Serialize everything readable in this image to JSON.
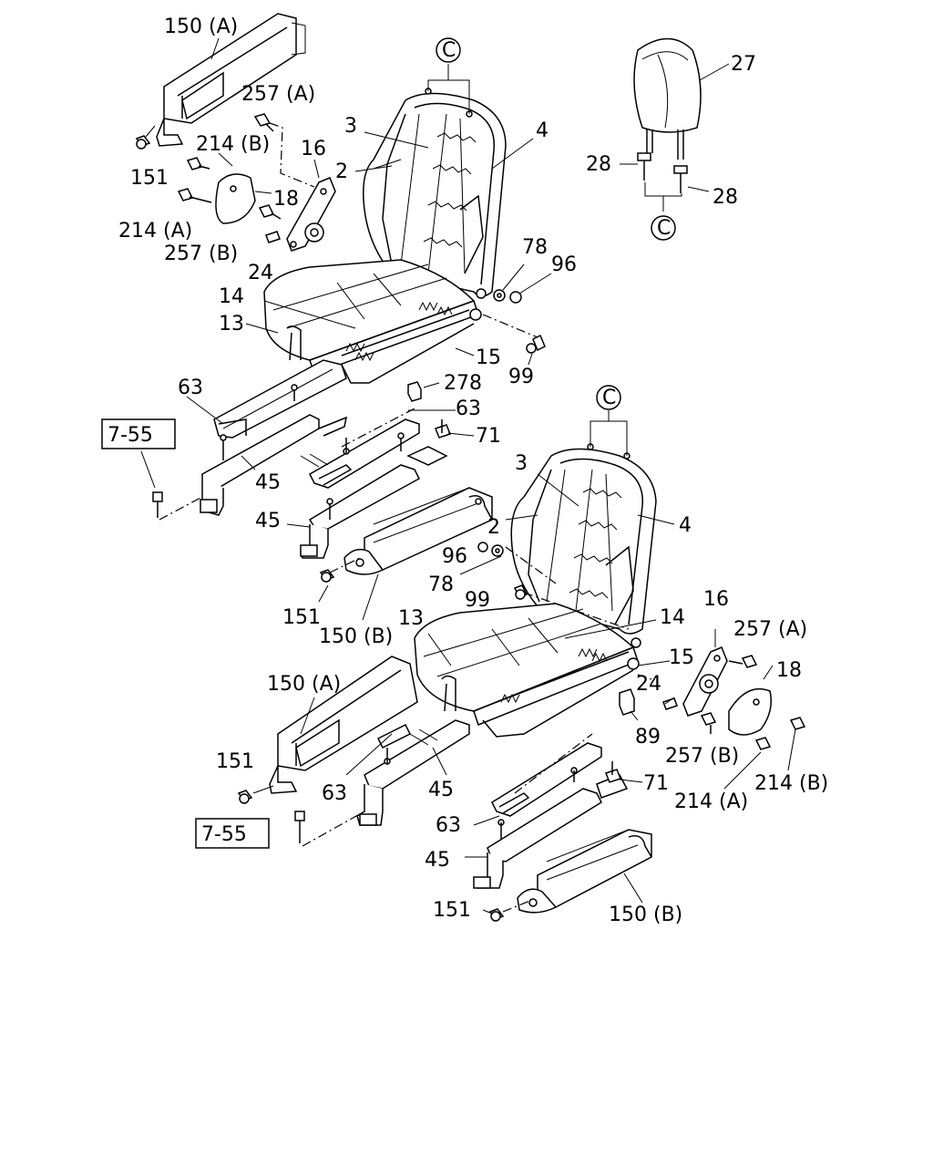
{
  "diagram": {
    "labels": {
      "p150A_1": "150 (A)",
      "p257A_1": "257 (A)",
      "p214B_1": "214 (B)",
      "p16_1": "16",
      "p151_1": "151",
      "p18_1": "18",
      "p214A_1": "214 (A)",
      "p257B_1": "257 (B)",
      "p24_1": "24",
      "p3_1": "3",
      "p4_1": "4",
      "p2_1": "2",
      "pC_1": "C",
      "p27": "27",
      "p28a": "28",
      "p28b": "28",
      "pC_head": "C",
      "p78_1": "78",
      "p96_1": "96",
      "p14_1": "14",
      "p13_1": "13",
      "p15_1": "15",
      "p99_1": "99",
      "p63_1": "63",
      "p278": "278",
      "p63_2": "63",
      "p71_1": "71",
      "ref755_1": "7-55",
      "p45_1": "45",
      "p45_2": "45",
      "p151_2": "151",
      "p150B_1": "150 (B)",
      "pC_2": "C",
      "p3_2": "3",
      "p4_2": "4",
      "p2_2": "2",
      "p96_2": "96",
      "p78_2": "78",
      "p99_2": "99",
      "p13_2": "13",
      "p14_2": "14",
      "p15_2": "15",
      "p16_2": "16",
      "p257A_2": "257 (A)",
      "p18_2": "18",
      "p24_2": "24",
      "p89": "89",
      "p150A_2": "150 (A)",
      "p151_3": "151",
      "p63_3": "63",
      "p45_3": "45",
      "p257B_2": "257 (B)",
      "p71_2": "71",
      "p214A_2": "214 (A)",
      "p214B_2": "214 (B)",
      "ref755_2": "7-55",
      "p63_4": "63",
      "p45_4": "45",
      "p151_4": "151",
      "p150B_2": "150 (B)"
    }
  }
}
